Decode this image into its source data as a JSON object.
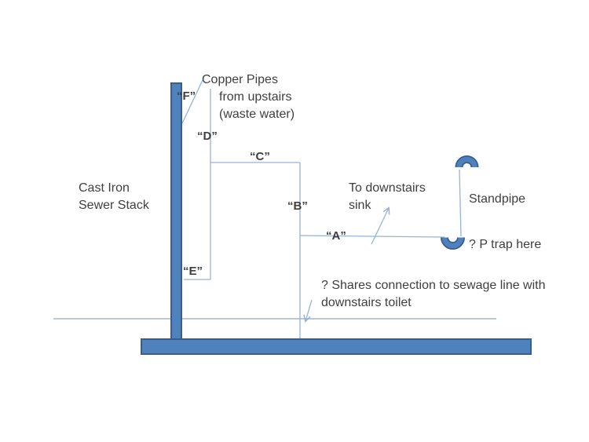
{
  "diagram": {
    "point_labels": {
      "f": "“F”",
      "d": "“D”",
      "c": "“C”",
      "b": "“B”",
      "a": "“A”",
      "e": "“E”"
    },
    "notes": {
      "copper_pipes_line1": "Copper Pipes",
      "copper_pipes_line2": "from upstairs",
      "copper_pipes_line3": "(waste water)",
      "cast_iron_line1": "Cast Iron",
      "cast_iron_line2": "Sewer Stack",
      "sink_line1": "To downstairs",
      "sink_line2": "sink",
      "standpipe": "Standpipe",
      "p_trap": "? P trap here",
      "shares_line1": "? Shares connection to sewage line with",
      "shares_line2": "downstairs toilet"
    },
    "colors": {
      "shape_fill": "#4f81bd",
      "shape_border": "#365f91",
      "pipe_line": "#95b3d7",
      "floor_line": "#a6b5c4",
      "text": "#3f3f3f"
    }
  }
}
